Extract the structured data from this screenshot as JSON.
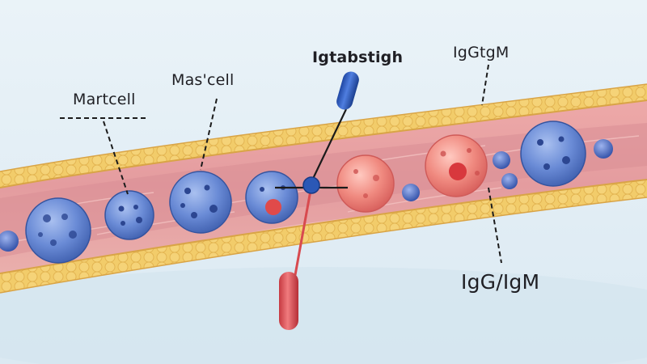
{
  "diagram": {
    "labels": {
      "mast_cell_left": "Martcell",
      "mast_cell_center": "Mas'cell",
      "probe_top": "Igtabstigh",
      "top_right": "IgGtgM",
      "bottom_right": "IgG/IgM"
    },
    "colors": {
      "background": "#e7f1f7",
      "vessel_wall": "#f2cc6a",
      "vessel_interior": "#e9a3a8",
      "blue_cell": "#5b7fcf",
      "red_cell": "#e56d6b",
      "probe_blue": "#2b58b6",
      "probe_red": "#d84a4f"
    }
  }
}
